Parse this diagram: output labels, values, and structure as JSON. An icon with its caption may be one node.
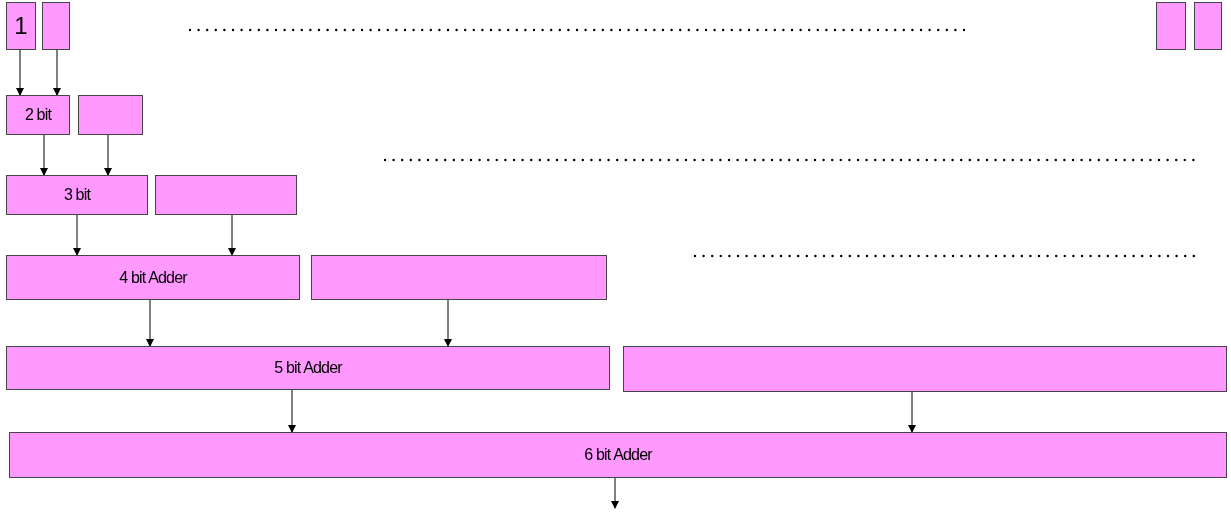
{
  "diagram": {
    "nodes": [
      {
        "text": [
          "1"
        ]
      },
      {
        "text": [],
        "shape": "box"
      },
      {
        "text": [],
        "shape": "box"
      },
      {
        "text": [],
        "shape": "box"
      },
      {
        "text": [
          "2 bit"
        ]
      },
      {
        "text": [],
        "shape": "box"
      },
      {
        "text": [
          "3 bit"
        ]
      },
      {
        "text": [],
        "shape": "box"
      },
      {
        "text": [
          "4 bit Adder"
        ]
      },
      {
        "text": [],
        "shape": "box"
      },
      {
        "text": [
          "5 bit Adder"
        ]
      },
      {
        "text": [],
        "shape": "box"
      },
      {
        "text": [
          "6 bit Adder"
        ]
      }
    ],
    "edges": [
      {
        "from": 0,
        "to": 4,
        "arrow": "to"
      },
      {
        "from": 1,
        "to": 4,
        "arrow": "to"
      },
      {
        "from": 4,
        "to": 6,
        "arrow": "to"
      },
      {
        "from": 5,
        "to": 6,
        "arrow": "to"
      },
      {
        "from": 6,
        "to": 8,
        "arrow": "to"
      },
      {
        "from": 7,
        "to": 8,
        "arrow": "to"
      },
      {
        "from": 8,
        "to": 10,
        "arrow": "to"
      },
      {
        "from": 9,
        "to": 10,
        "arrow": "to"
      },
      {
        "from": 10,
        "to": 12,
        "arrow": "to"
      },
      {
        "from": 11,
        "to": 12,
        "arrow": "to"
      },
      {
        "from": 12,
        "to": null,
        "arrow": "to"
      }
    ]
  }
}
